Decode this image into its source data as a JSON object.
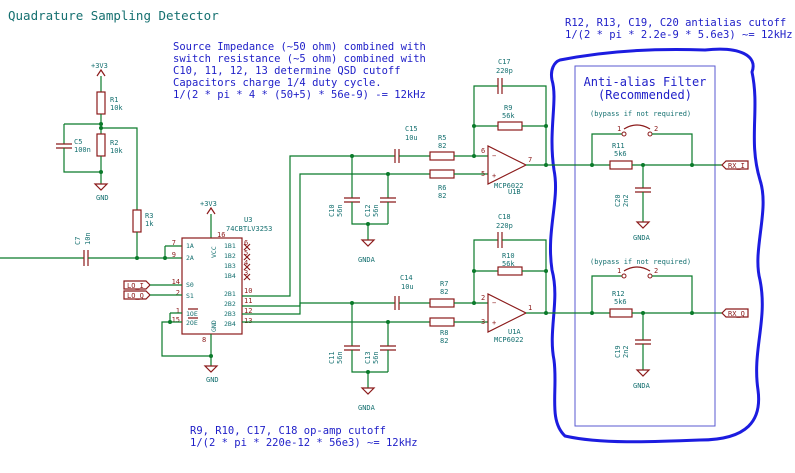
{
  "title": "Quadrature Sampling Detector",
  "notes": {
    "qsd": [
      "Source Impedance (~50 ohm) combined with",
      "switch resistance (~5 ohm) combined with",
      "C10, 11, 12, 13 determine QSD cutoff",
      "Capacitors charge 1/4 duty cycle.",
      "1/(2 * pi * 4 * (50+5) * 56e-9) -= 12kHz"
    ],
    "antialias": [
      "R12, R13, C19, C20  antialias cutoff",
      "1/(2 * pi * 2.2e-9 * 5.6e3) ~= 12kHz"
    ],
    "opamp": [
      "R9, R10, C17, C18  op-amp cutoff",
      "1/(2 * pi * 220e-12 * 56e3) ~= 12kHz"
    ]
  },
  "filter_box": {
    "title": "Anti-alias Filter",
    "subtitle": "(Recommended)",
    "bypass": "(bypass if not required)"
  },
  "power": {
    "vcc": "+3V3",
    "gnd": "GND",
    "gnda": "GNDA"
  },
  "components": {
    "R1": {
      "ref": "R1",
      "value": "10k"
    },
    "R2": {
      "ref": "R2",
      "value": "10k"
    },
    "R3": {
      "ref": "R3",
      "value": "1k"
    },
    "C5": {
      "ref": "C5",
      "value": "100n"
    },
    "C7": {
      "ref": "C7",
      "value": "10n"
    },
    "C10": {
      "ref": "C10",
      "value": "56n"
    },
    "C11": {
      "ref": "C11",
      "value": "56n"
    },
    "C12": {
      "ref": "C12",
      "value": "56n"
    },
    "C13": {
      "ref": "C13",
      "value": "56n"
    },
    "C14": {
      "ref": "C14",
      "value": "10u"
    },
    "C15": {
      "ref": "C15",
      "value": "10u"
    },
    "C17": {
      "ref": "C17",
      "value": "220p"
    },
    "C18": {
      "ref": "C18",
      "value": "220p"
    },
    "C19": {
      "ref": "C19",
      "value": "2n2"
    },
    "C20": {
      "ref": "C20",
      "value": "2n2"
    },
    "R5": {
      "ref": "R5",
      "value": "82"
    },
    "R6": {
      "ref": "R6",
      "value": "82"
    },
    "R7": {
      "ref": "R7",
      "value": "82"
    },
    "R8": {
      "ref": "R8",
      "value": "82"
    },
    "R9": {
      "ref": "R9",
      "value": "56k"
    },
    "R10": {
      "ref": "R10",
      "value": "56k"
    },
    "R11": {
      "ref": "R11",
      "value": "5k6"
    },
    "R12": {
      "ref": "R12",
      "value": "5k6"
    },
    "U1B": {
      "ref": "U1B",
      "value": "MCP6022"
    },
    "U1A": {
      "ref": "U1A",
      "value": "MCP6022"
    },
    "U3": {
      "ref": "U3",
      "value": "74CBTLV3253"
    }
  },
  "u3_pins": {
    "left_names": [
      "1A",
      "2A",
      "S0",
      "S1",
      "1OE",
      "2OE"
    ],
    "left_nums": [
      "7",
      "9",
      "14",
      "2",
      "1",
      "15"
    ],
    "right_names": [
      "1B1",
      "1B2",
      "1B3",
      "1B4",
      "2B1",
      "2B2",
      "2B3",
      "2B4"
    ],
    "right_nums": [
      "6",
      "5",
      "4",
      "3",
      "10",
      "11",
      "12",
      "13"
    ],
    "vcc_name": "VCC",
    "vcc_num": "16",
    "gnd_name": "GND",
    "gnd_num": "8"
  },
  "opamp_pins": {
    "u1b": [
      "6",
      "5",
      "7"
    ],
    "u1a": [
      "2",
      "3",
      "1"
    ]
  },
  "signals": {
    "lo_i": "LO_I",
    "lo_q": "LO_Q",
    "rx_i": "RX_I",
    "rx_q": "RX_Q"
  },
  "jumper_pins": [
    "1",
    "2"
  ]
}
